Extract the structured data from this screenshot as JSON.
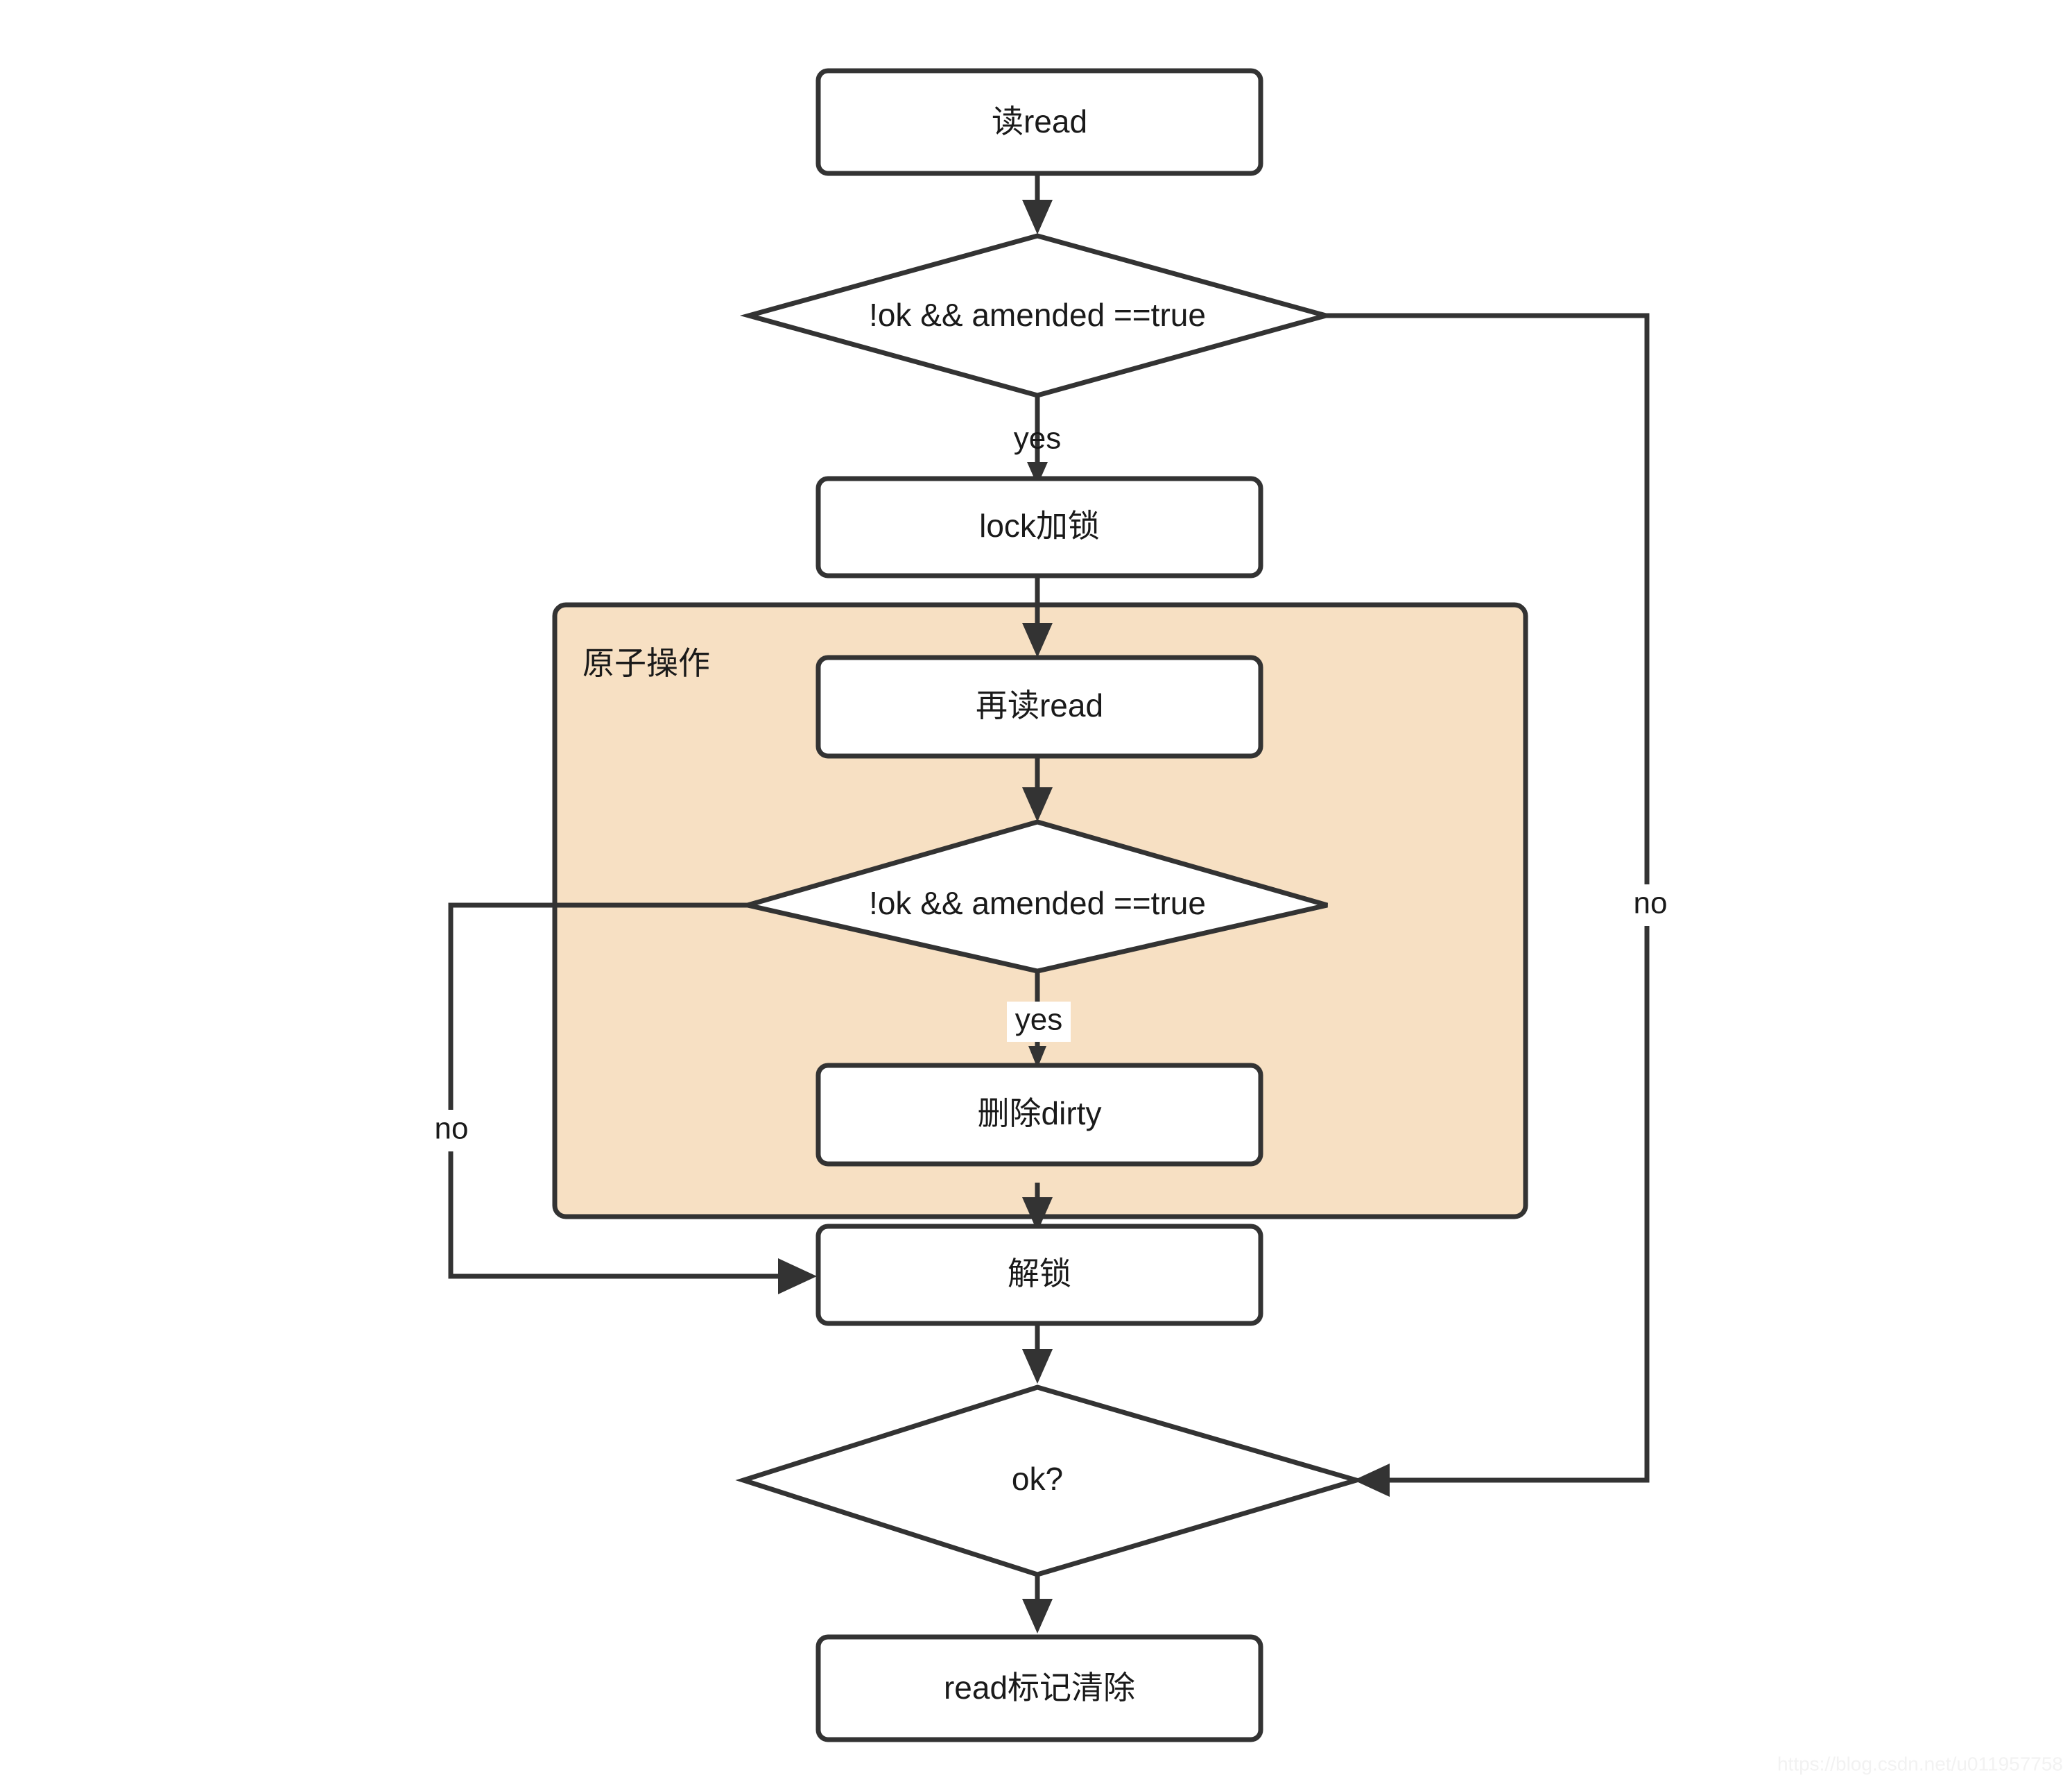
{
  "diagram": {
    "type": "flowchart",
    "title": "sync.Map read flow",
    "background_color": "#ffffff",
    "node_fill": "#ffffff",
    "node_stroke": "#333333",
    "group_fill": "#f7e0c3",
    "nodes": [
      {
        "id": "read",
        "label": "读read",
        "shape": "rounded-rect"
      },
      {
        "id": "cond1",
        "label": "!ok && amended ==true",
        "shape": "diamond"
      },
      {
        "id": "lock",
        "label": "lock加锁",
        "shape": "rounded-rect"
      },
      {
        "id": "reread",
        "label": "再读read",
        "shape": "rounded-rect"
      },
      {
        "id": "cond2",
        "label": "!ok && amended ==true",
        "shape": "diamond"
      },
      {
        "id": "deldirty",
        "label": "删除dirty",
        "shape": "rounded-rect"
      },
      {
        "id": "unlock",
        "label": "解锁",
        "shape": "rounded-rect"
      },
      {
        "id": "okq",
        "label": "ok?",
        "shape": "diamond"
      },
      {
        "id": "readclear",
        "label": "read标记清除",
        "shape": "rounded-rect"
      }
    ],
    "groups": [
      {
        "id": "atomic",
        "label": "原子操作",
        "contains": [
          "reread",
          "cond2",
          "deldirty"
        ]
      }
    ],
    "edges": [
      {
        "from": "read",
        "to": "cond1",
        "label": ""
      },
      {
        "from": "cond1",
        "to": "lock",
        "label": "yes"
      },
      {
        "from": "cond1",
        "to": "okq",
        "label": "no"
      },
      {
        "from": "lock",
        "to": "reread",
        "label": ""
      },
      {
        "from": "reread",
        "to": "cond2",
        "label": ""
      },
      {
        "from": "cond2",
        "to": "deldirty",
        "label": "yes"
      },
      {
        "from": "cond2",
        "to": "unlock",
        "label": "no"
      },
      {
        "from": "deldirty",
        "to": "unlock",
        "label": ""
      },
      {
        "from": "unlock",
        "to": "okq",
        "label": ""
      },
      {
        "from": "okq",
        "to": "readclear",
        "label": ""
      }
    ]
  },
  "labels": {
    "read": "读read",
    "cond1": "!ok && amended ==true",
    "yes1": "yes",
    "no1": "no",
    "lock": "lock加锁",
    "atomic_group": "原子操作",
    "reread": "再读read",
    "cond2": "!ok && amended ==true",
    "yes2": "yes",
    "no2": "no",
    "deldirty": "删除dirty",
    "unlock": "解锁",
    "okq": "ok?",
    "readclear": "read标记清除"
  },
  "watermark": {
    "text": "https://blog.csdn.net/u011957758"
  }
}
